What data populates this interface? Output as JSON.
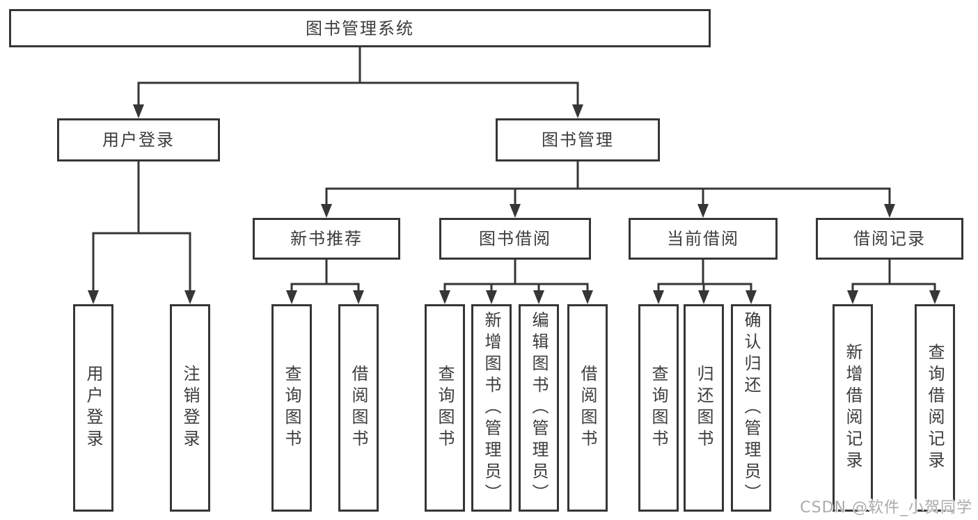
{
  "diagram": {
    "title": "图书管理系统",
    "branches": [
      {
        "label": "用户登录",
        "leaves": [
          "用户登录",
          "注销登录"
        ]
      },
      {
        "label": "图书管理",
        "groups": [
          {
            "label": "新书推荐",
            "leaves": [
              "查询图书",
              "借阅图书"
            ]
          },
          {
            "label": "图书借阅",
            "leaves": [
              "查询图书",
              "新增图书（管理员）",
              "编辑图书（管理员）",
              "借阅图书"
            ]
          },
          {
            "label": "当前借阅",
            "leaves": [
              "查询图书",
              "归还图书",
              "确认归还（管理员）"
            ]
          },
          {
            "label": "借阅记录",
            "leaves": [
              "新增借阅记录",
              "查询借阅记录"
            ]
          }
        ]
      }
    ]
  },
  "watermark": "CSDN @软件_小贺同学",
  "colors": {
    "line": "#363636",
    "text": "#3c3c3c",
    "watermark": "#ababab",
    "background": "#ffffff"
  }
}
